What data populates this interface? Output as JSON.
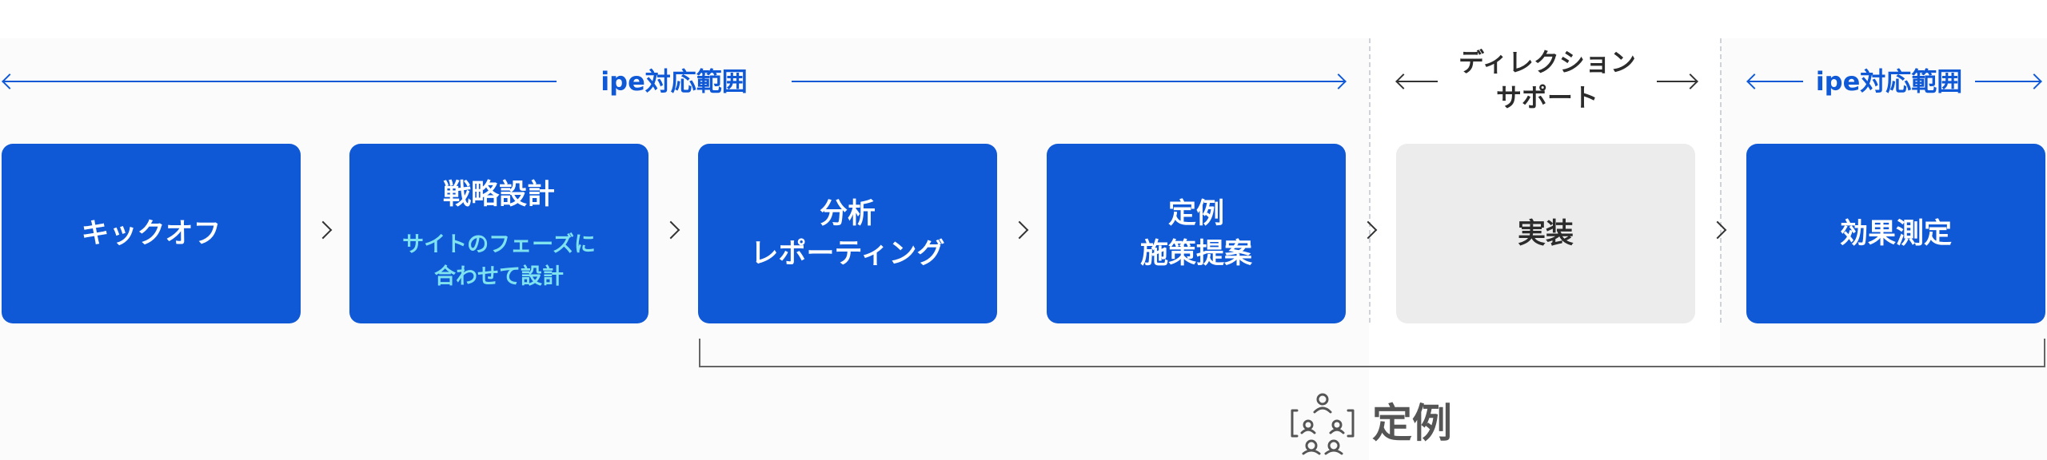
{
  "scope_top": {
    "ipe_main": "ipe対応範囲",
    "direction_line1": "ディレクション",
    "direction_line2": "サポート",
    "ipe_right": "ipe対応範囲"
  },
  "steps": [
    {
      "title": "キックオフ"
    },
    {
      "title": "戦略設計",
      "sub_line1": "サイトのフェーズに",
      "sub_line2": "合わせて設計"
    },
    {
      "title_line1": "分析",
      "title_line2": "レポーティング"
    },
    {
      "title_line1": "定例",
      "title_line2": "施策提案"
    },
    {
      "title": "実装"
    },
    {
      "title": "効果測定"
    }
  ],
  "meeting": {
    "label": "定例",
    "icon": "meeting-icon"
  },
  "colors": {
    "primary": "#1059d6",
    "accent_sub": "#7fe3ef",
    "grey_box": "#ececec",
    "dark_text": "#2b2b2b"
  }
}
